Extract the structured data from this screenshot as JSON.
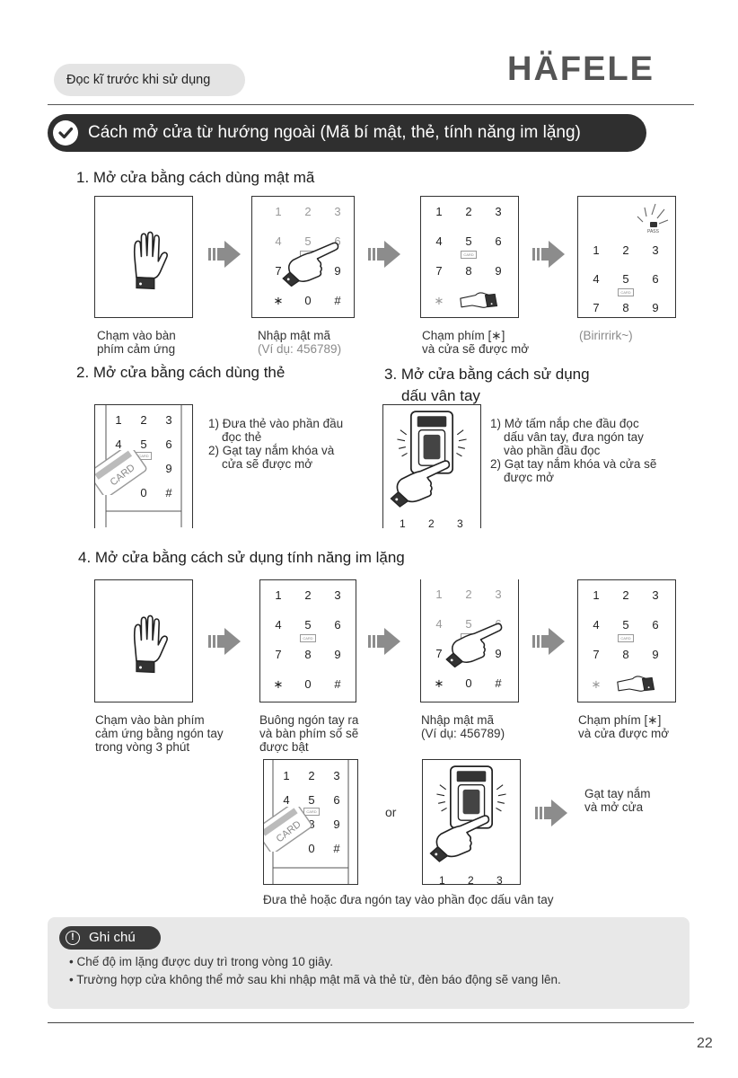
{
  "header": {
    "tag": "Đọc kĩ trước khi sử dụng",
    "brand": "HÄFELE",
    "section_title": "Cách mở cửa từ hướng ngoài (Mã bí mật, thẻ, tính năng im lặng)"
  },
  "keypad": {
    "k1": "1",
    "k2": "2",
    "k3": "3",
    "k4": "4",
    "k5": "5",
    "k6": "6",
    "k7": "7",
    "k8": "8",
    "k9": "9",
    "star": "∗",
    "k0": "0",
    "hash": "#",
    "card_label": "CARD",
    "pass_label": "PASS",
    "card_on_hand": "CARD"
  },
  "step1": {
    "heading": "1. Mở cửa bằng cách dùng mật mã",
    "caption1_line1": "Chạm vào bàn",
    "caption1_line2": "phím cảm ứng",
    "caption2_line1": "Nhập mật mã",
    "caption2_line2": "(Ví dụ: 456789)",
    "caption3_line1": "Chạm phím [∗]",
    "caption3_line2": "và cửa sẽ được mở",
    "caption4": "(Birirrirk~)"
  },
  "step2": {
    "heading": "2. Mở cửa bằng cách dùng thẻ",
    "line1": "1) Đưa thẻ vào phần đầu",
    "line2": "đọc thẻ",
    "line3": "2) Gạt tay nắm khóa và",
    "line4": "cửa sẽ được mở"
  },
  "step3": {
    "heading_line1": "3. Mở cửa bằng cách sử dụng",
    "heading_line2": "dấu vân tay",
    "line1": "1) Mở tấm nắp che đầu đọc",
    "line2": "dấu vân tay, đưa ngón tay",
    "line3": "vào phần đầu đọc",
    "line4": "2) Gạt tay nắm khóa và cửa sẽ",
    "line5": "được mở"
  },
  "step4": {
    "heading": "4. Mở cửa bằng cách sử dụng tính năng im lặng",
    "caption1_line1": "Chạm vào bàn phím",
    "caption1_line2": "cảm ứng bằng ngón tay",
    "caption1_line3": "trong vòng 3 phút",
    "caption2_line1": "Buông ngón tay ra",
    "caption2_line2": "và bàn phím số sẽ",
    "caption2_line3": "được bật",
    "caption3_line1": "Nhập mật mã",
    "caption3_line2": "(Ví dụ: 456789)",
    "caption4_line1": "Chạm phím [∗]",
    "caption4_line2": "và cửa được mở",
    "or_label": "or",
    "final_line1": "Gạt tay nắm",
    "final_line2": "và mở cửa",
    "bottom_caption": "Đưa thẻ hoặc đưa ngón tay vào phần đọc dấu vân tay"
  },
  "note": {
    "label": "Ghi chú",
    "icon_glyph": "!",
    "bullet1": "• Chế độ im lặng được duy trì trong vòng 10 giây.",
    "bullet2": "• Trường hợp cửa không thể mở sau khi nhập mật mã và thẻ từ, đèn báo động sẽ vang lên."
  },
  "footer": {
    "page_number": "22"
  },
  "colors": {
    "banner": "#2f2f2f",
    "arrow": "#8c8c8c",
    "note_bg": "#e8e8e8",
    "pill_bg": "#e4e4e4"
  }
}
